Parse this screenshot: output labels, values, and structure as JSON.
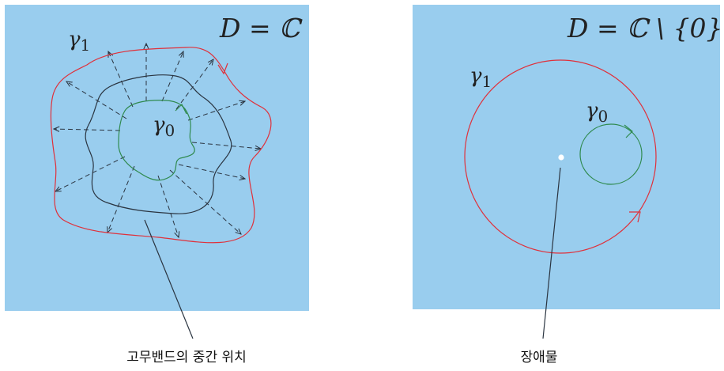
{
  "left_panel": {
    "domain_label": "D = ℂ",
    "gamma1_label": "γ1",
    "gamma0_label": "γ0",
    "caption": "고무밴드의 중간 위치",
    "colors": {
      "background": "#99cdee",
      "outer_curve": "#e0303a",
      "inner_curve": "#2f8a4e",
      "middle_curve": "#2a3440",
      "arrows": "#2a3440"
    }
  },
  "right_panel": {
    "domain_label": "D = ℂ \\ {0}",
    "gamma1_label": "γ1",
    "gamma0_label": "γ0",
    "caption": "장애물",
    "colors": {
      "background": "#99cdee",
      "outer_curve": "#e0303a",
      "inner_curve": "#2f8a4e",
      "obstacle": "#ffffff"
    }
  }
}
